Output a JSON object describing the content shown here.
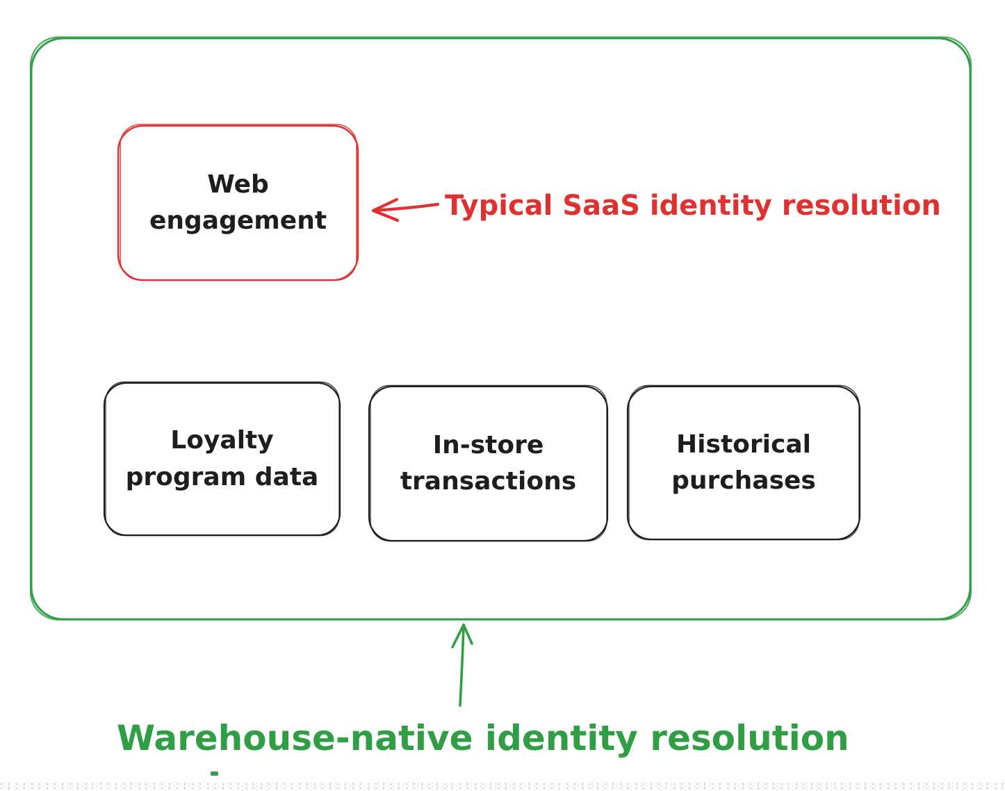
{
  "diagram": {
    "style": "hand-drawn sketch (excalidraw-like)",
    "background": "#ffffff"
  },
  "colors": {
    "container_green": "#2f9e44",
    "saas_red": "#e03131",
    "ink_black": "#1e1e1e",
    "dotted_gray": "#d9d5cf"
  },
  "boxes": {
    "web_engagement": {
      "line1": "Web",
      "line2": "engagement",
      "border_color": "#e03131"
    },
    "loyalty_program": {
      "line1": "Loyalty",
      "line2": "program data",
      "border_color": "#1e1e1e"
    },
    "in_store": {
      "line1": "In-store",
      "line2": "transactions",
      "border_color": "#1e1e1e"
    },
    "historical": {
      "line1": "Historical",
      "line2": "purchases",
      "border_color": "#1e1e1e"
    }
  },
  "annotations": {
    "typical_saas": {
      "text": "Typical SaaS identity resolution",
      "color": "#e03131",
      "arrow": "left-arrow pointing at Web engagement box"
    },
    "warehouse_native": {
      "text": "Warehouse-native identity resolution",
      "color": "#2f9e44",
      "arrow": "up-arrow pointing at green container box"
    }
  },
  "icons": {
    "left_arrow": "←",
    "up_arrow": "↑"
  }
}
